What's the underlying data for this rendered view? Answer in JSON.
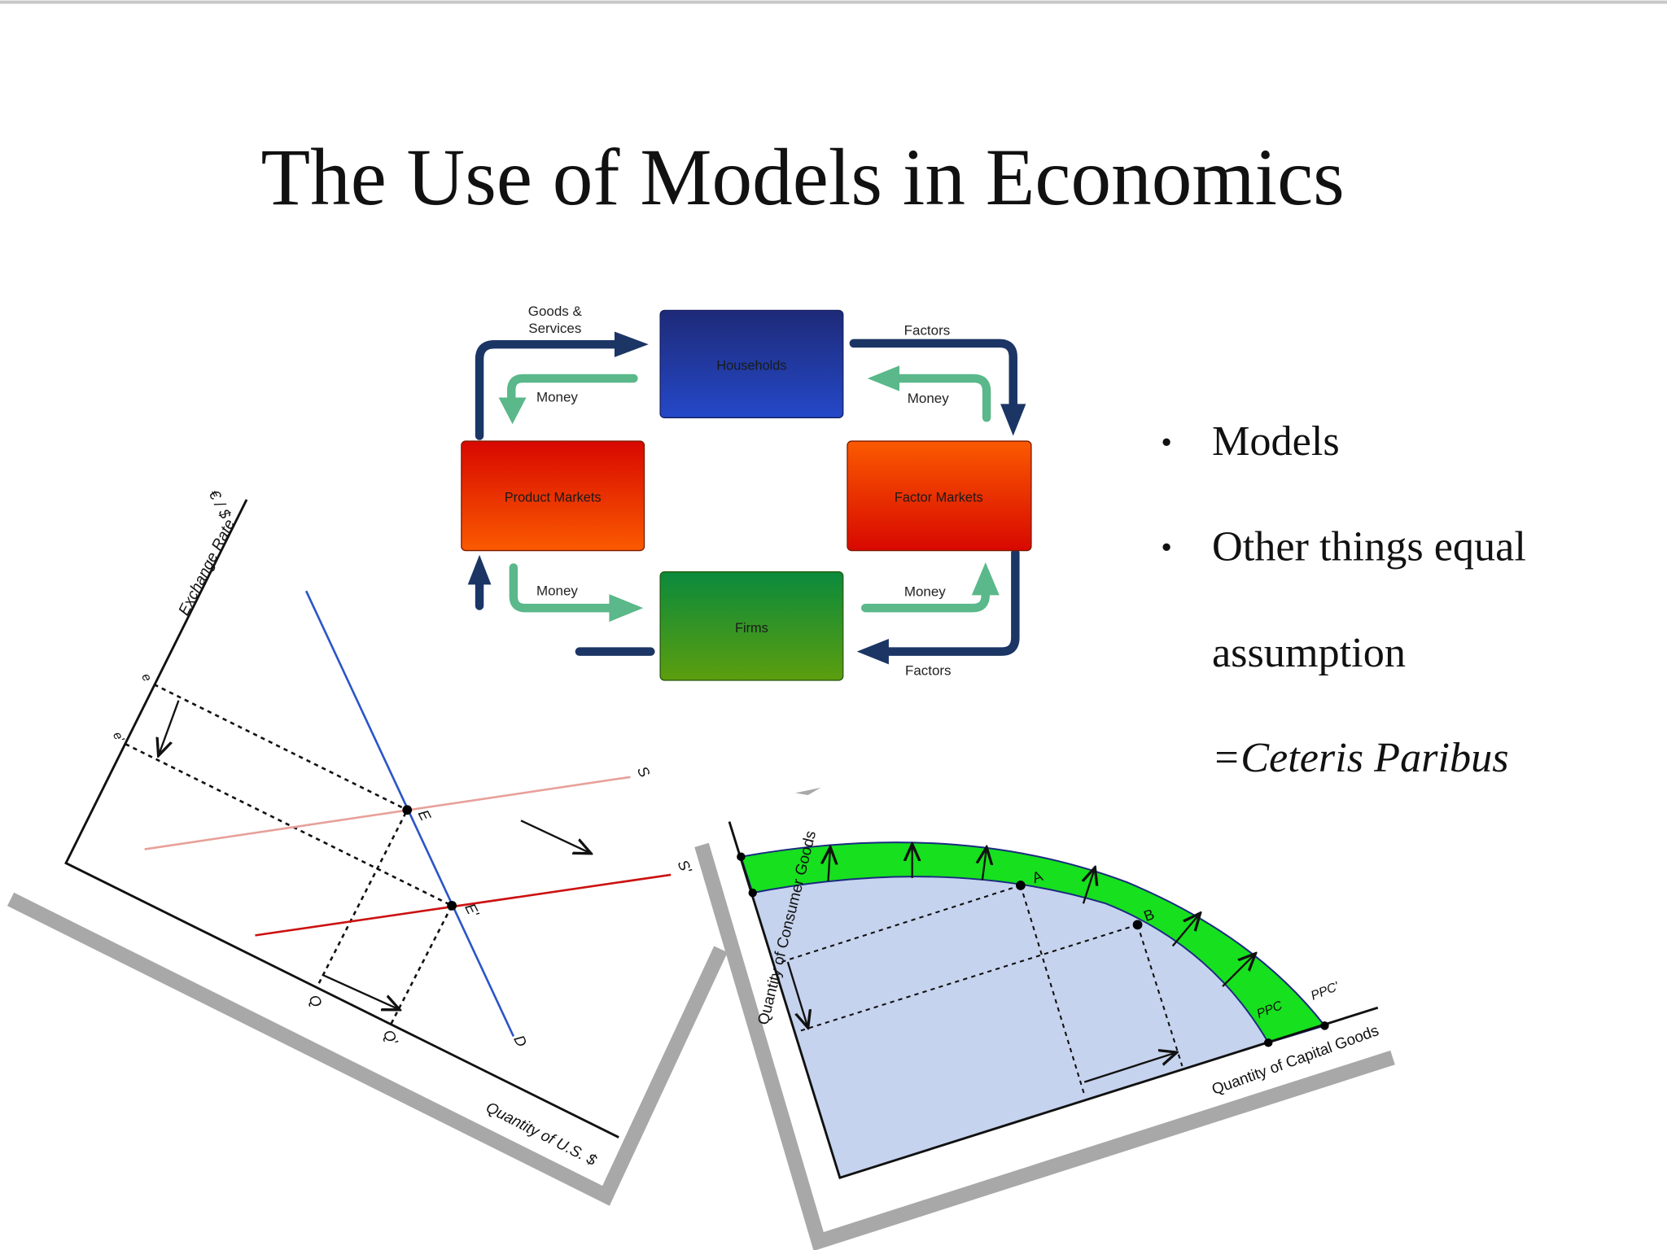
{
  "slide": {
    "title": "The Use of Models in Economics",
    "bullets": [
      {
        "marker": "•",
        "text": "Models"
      },
      {
        "marker": "•",
        "text": "Other things equal"
      }
    ],
    "bullet_continuation": "assumption",
    "ceteris": "=Ceteris Paribus"
  },
  "circular_flow": {
    "boxes": {
      "households": "Households",
      "product_markets": "Product Markets",
      "factor_markets": "Factor Markets",
      "firms": "Firms"
    },
    "labels": {
      "goods_line1": "Goods &",
      "goods_line2": "Services",
      "factors_top": "Factors",
      "money_top_left": "Money",
      "money_top_right": "Money",
      "money_bottom_left": "Money",
      "money_bottom_right": "Money",
      "factors_bottom": "Factors"
    },
    "colors": {
      "navy": "#1b3565",
      "green": "#5ab88a"
    }
  },
  "exchange_graph": {
    "y_axis": "Exchange Rate",
    "y_unit": "€ / $",
    "x_axis": "Quantity of U.S. $",
    "labels": {
      "e": "e",
      "e_prime": "e'",
      "Q": "Q",
      "Q_prime": "Q'",
      "D": "D",
      "S": "S",
      "S_prime": "S'",
      "E": "E",
      "E_prime": "E'"
    }
  },
  "ppc_graph": {
    "y_axis": "Quantity of Consumer Goods",
    "x_axis": "Quantity of Capital Goods",
    "labels": {
      "A": "A",
      "B": "B",
      "PPC": "PPC",
      "PPC_prime": "PPC'"
    }
  }
}
